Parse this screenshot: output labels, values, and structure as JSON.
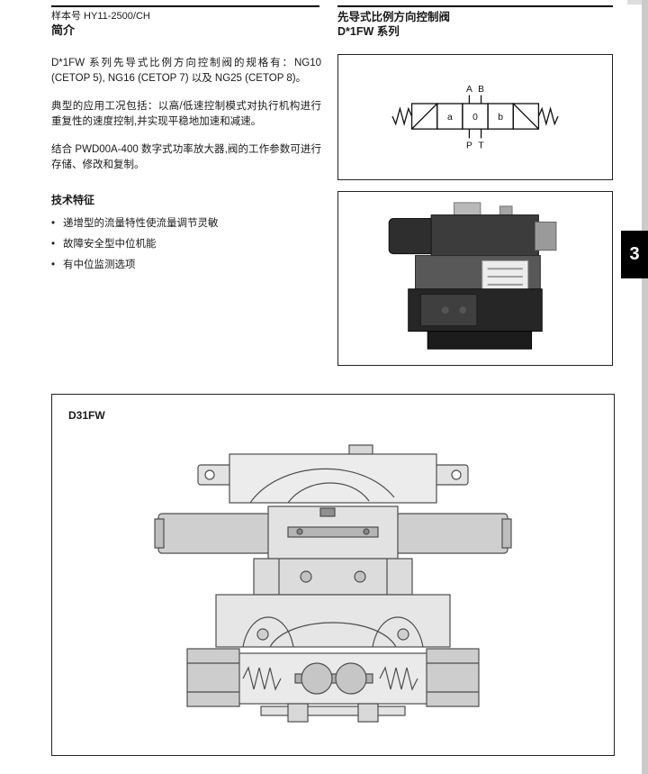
{
  "header": {
    "catalog_no": "样本号 HY11-2500/CH",
    "section_title": "简介",
    "product_title": "先导式比例方向控制阀",
    "series": "D*1FW 系列"
  },
  "intro": {
    "p1": "D*1FW 系列先导式比例方向控制阀的规格有：NG10 (CETOP 5), NG16 (CETOP 7) 以及 NG25 (CETOP 8)。",
    "p2": "典型的应用工况包括：以高/低速控制模式对执行机构进行重复性的速度控制,并实现平稳地加速和减速。",
    "p3": "结合 PWD00A-400 数字式功率放大器,阀的工作参数可进行存储、修改和复制。"
  },
  "features": {
    "heading": "技术特征",
    "bullet": "•",
    "items": [
      "递增型的流量特性使流量调节灵敏",
      "故障安全型中位机能",
      "有中位监测选项"
    ]
  },
  "symbol": {
    "box_a": "a",
    "box_center": "0",
    "box_b": "b",
    "port_A": "A",
    "port_B": "B",
    "port_P": "P",
    "port_T": "T"
  },
  "side_tab": "3",
  "diagram": {
    "label": "D31FW"
  },
  "colors": {
    "tab_bg": "#000000",
    "box_border": "#222222",
    "rule": "#000000"
  }
}
